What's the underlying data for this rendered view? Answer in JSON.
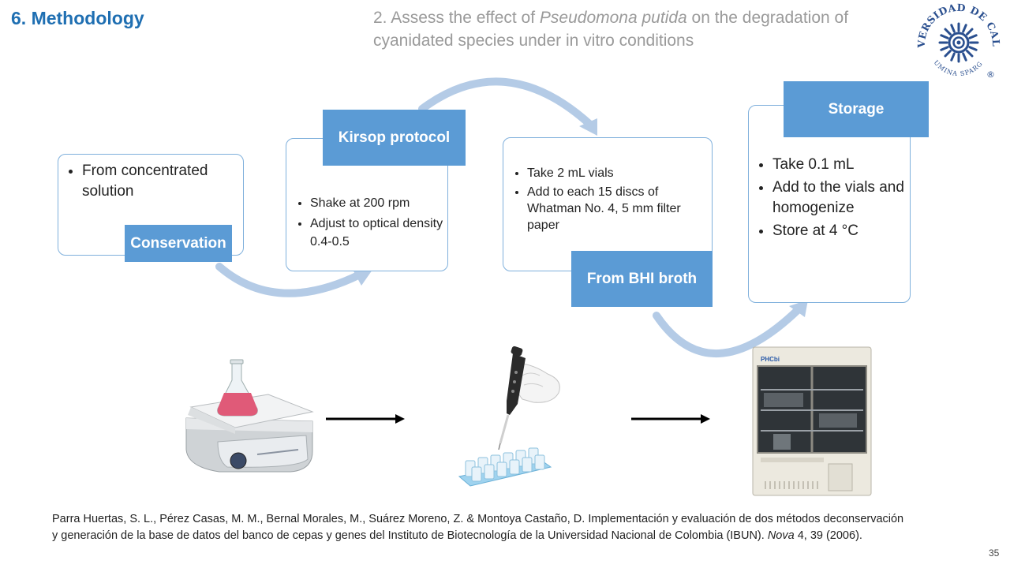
{
  "header": {
    "section_title": "6. Methodology",
    "subtitle_part1": "2. Assess the effect of ",
    "subtitle_species": "Pseudomona putida",
    "subtitle_part2": " on the degradation of cyanidated species under in vitro conditions"
  },
  "logo": {
    "text_top": "UNIVERSIDAD DE CALDAS",
    "text_bottom": "LUMINA SPARGO",
    "registered": "®",
    "color": "#2a4f8f"
  },
  "steps": [
    {
      "label": "Conservation",
      "bullets": [
        "From concentrated solution"
      ]
    },
    {
      "label": "Kirsop protocol",
      "bullets": [
        "Shake at 200 rpm",
        "Adjust to optical density 0.4-0.5"
      ]
    },
    {
      "label": "From BHI broth",
      "bullets": [
        "Take 2 mL vials",
        "Add to each 15 discs of Whatman No. 4, 5 mm filter paper"
      ]
    },
    {
      "label": "Storage",
      "bullets": [
        "Take 0.1 mL",
        "Add to the vials and homogenize",
        "Store at 4 °C"
      ]
    }
  ],
  "illustrations": {
    "hotplate": "hot-plate-stirrer-with-flask",
    "pipette": "hand-with-pipette-and-vial-rack",
    "incubator": "refrigerated-incubator",
    "incubator_brand": "PHCbi"
  },
  "colors": {
    "accent": "#5b9bd5",
    "box_border": "#7fb0dc",
    "curve": "#b4cbe6",
    "title": "#1f6fb2"
  },
  "reference": {
    "part1": "Parra Huertas, S. L., Pérez Casas, M. M., Bernal Morales, M., Suárez Moreno, Z. & Montoya Castaño, D. Implementación y evaluación de dos métodos deconservación y generación de la base de datos del banco de cepas y genes del Instituto de Biotecnología de la Universidad Nacional de Colombia (IBUN). ",
    "journal": "Nova",
    "part2": " 4, 39 (2006)."
  },
  "page_number": "35"
}
